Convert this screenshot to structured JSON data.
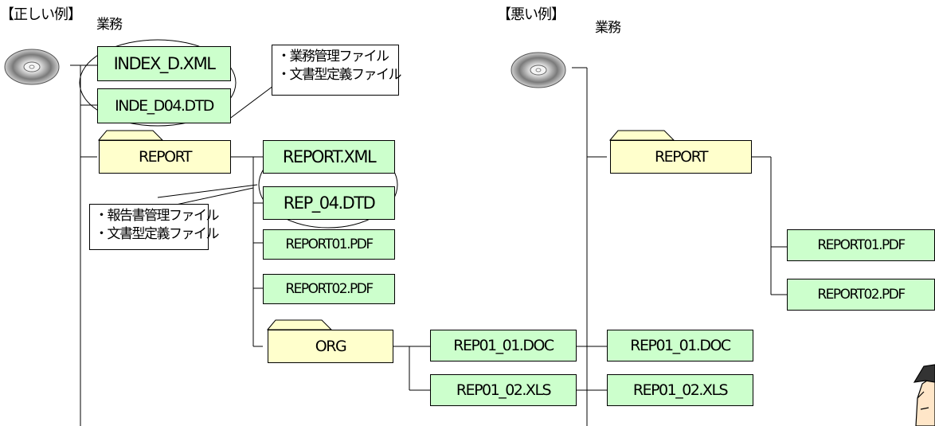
{
  "good": {
    "title": "【正しい例】",
    "sub": "業務",
    "index_xml": "INDEX_D.XML",
    "index_dtd": "INDE_D04.DTD",
    "note": [
      "・業務管理ファイル",
      "・文書型定義ファイル"
    ],
    "report_folder": "REPORT",
    "report_xml": "REPORT.XML",
    "report_dtd": "REP_04.DTD",
    "report_note": [
      "・報告書管理ファイル",
      "・文書型定義ファイル"
    ],
    "report01": "REPORT01.PDF",
    "report02": "REPORT02.PDF",
    "org_folder": "ORG",
    "rep01_doc": "REP01_01.DOC",
    "rep01_xls": "REP01_02.XLS"
  },
  "bad": {
    "title": "【悪い例】",
    "sub": "業務",
    "report_folder": "REPORT",
    "report01": "REPORT01.PDF",
    "report02": "REPORT02.PDF",
    "rep01_doc": "REP01_01.DOC",
    "rep01_xls": "REP01_02.XLS"
  },
  "colors": {
    "file_fill": "#ccffcc",
    "folder_fill": "#ffffcc",
    "line": "#000000"
  },
  "icons": [
    "cd-disc-icon",
    "folder-tab-icon",
    "avatar-icon"
  ]
}
